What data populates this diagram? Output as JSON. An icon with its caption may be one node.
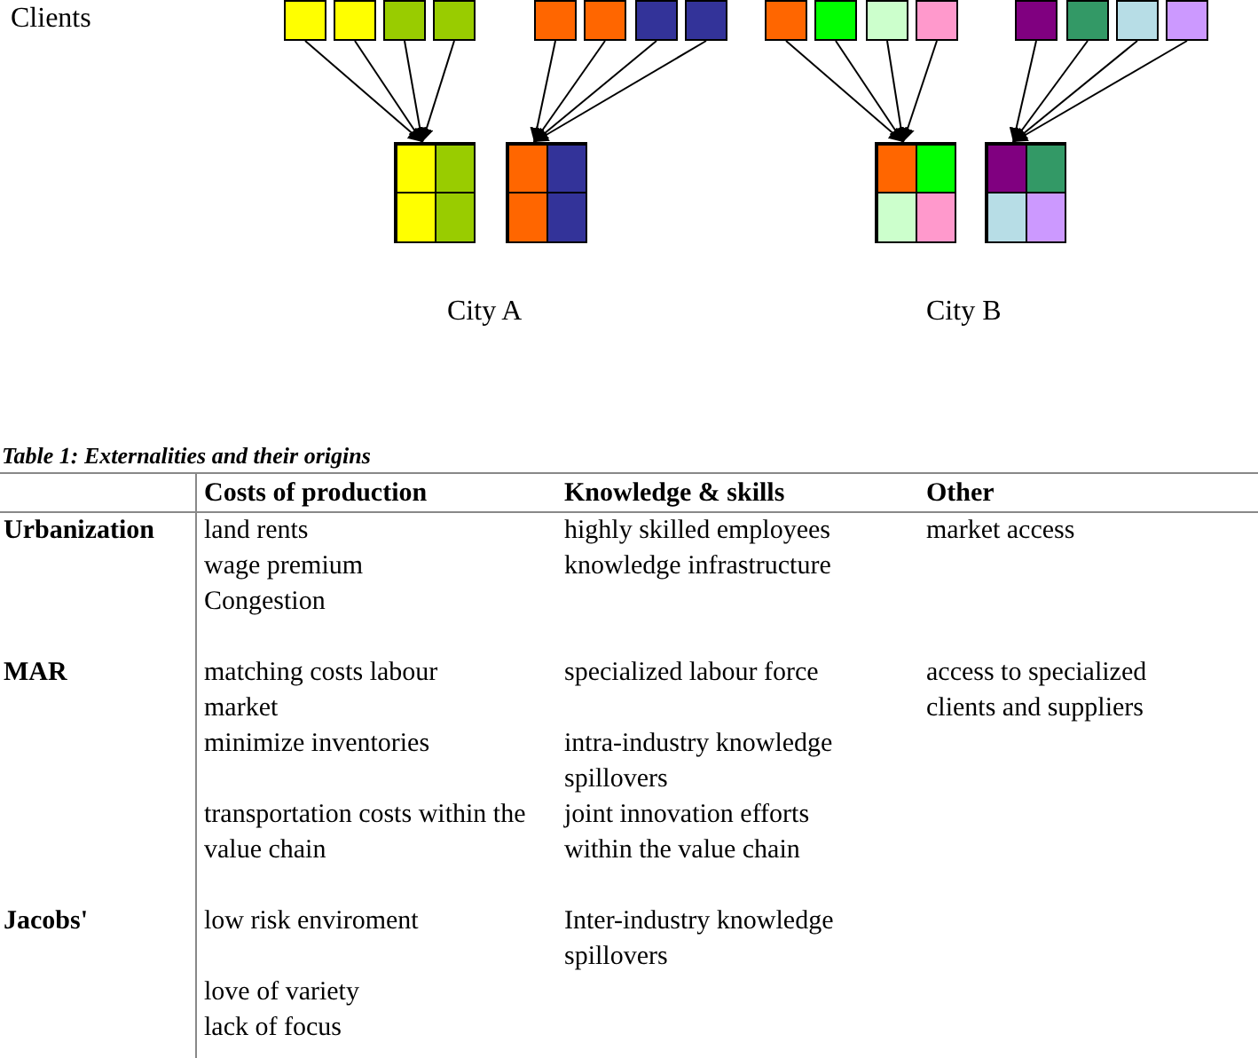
{
  "diagram": {
    "nodes": [
      {
        "text": [],
        "shape": "box"
      },
      {
        "text": [],
        "shape": "box"
      },
      {
        "text": [],
        "shape": "box"
      },
      {
        "text": [],
        "shape": "box"
      },
      {
        "text": [],
        "shape": "box"
      },
      {
        "text": [],
        "shape": "box"
      },
      {
        "text": [],
        "shape": "box"
      },
      {
        "text": [],
        "shape": "box"
      },
      {
        "text": [],
        "shape": "box"
      },
      {
        "text": [],
        "shape": "box"
      },
      {
        "text": [],
        "shape": "box"
      },
      {
        "text": [],
        "shape": "box"
      },
      {
        "text": [],
        "shape": "box"
      },
      {
        "text": [],
        "shape": "box"
      },
      {
        "text": [],
        "shape": "box"
      },
      {
        "text": [],
        "shape": "box"
      },
      {
        "text": [],
        "shape": "box"
      },
      {
        "text": [],
        "shape": "box"
      },
      {
        "text": [],
        "shape": "box"
      },
      {
        "text": [],
        "shape": "box"
      }
    ],
    "edges": [
      {
        "from": 0,
        "to": 16,
        "arrow": "to"
      },
      {
        "from": 1,
        "to": 16,
        "arrow": "to"
      },
      {
        "from": 2,
        "to": 16,
        "arrow": "to"
      },
      {
        "from": 3,
        "to": 16,
        "arrow": "to"
      },
      {
        "from": 4,
        "to": 17,
        "arrow": "to"
      },
      {
        "from": 5,
        "to": 17,
        "arrow": "to"
      },
      {
        "from": 6,
        "to": 17,
        "arrow": "to"
      },
      {
        "from": 7,
        "to": 17,
        "arrow": "to"
      },
      {
        "from": 8,
        "to": 18,
        "arrow": "to"
      },
      {
        "from": 9,
        "to": 18,
        "arrow": "to"
      },
      {
        "from": 10,
        "to": 18,
        "arrow": "to"
      },
      {
        "from": 11,
        "to": 18,
        "arrow": "to"
      },
      {
        "from": 12,
        "to": 19,
        "arrow": "to"
      },
      {
        "from": 13,
        "to": 19,
        "arrow": "to"
      },
      {
        "from": 14,
        "to": 19,
        "arrow": "to"
      },
      {
        "from": 15,
        "to": 19,
        "arrow": "to"
      }
    ],
    "labels": [
      "Clients",
      "City A",
      "City B",
      "Table 1: Externalities and their origins",
      "Costs of production",
      "Knowledge & skills",
      "Other",
      "Urbanization",
      "land rents",
      "wage premium",
      "Congestion",
      "highly skilled employees",
      "knowledge infrastructure",
      "market access",
      "MAR",
      "matching costs labour market",
      "minimize inventories",
      "transportation costs within the value chain",
      "specialized labour force",
      "intra-industry knowledge spillovers",
      "joint innovation efforts within the value chain",
      "access to specialized clients and suppliers",
      "Jacobs'",
      "low risk enviroment",
      "love of variety",
      "lack of focus",
      "Inter-industry knowledge spillovers"
    ]
  }
}
